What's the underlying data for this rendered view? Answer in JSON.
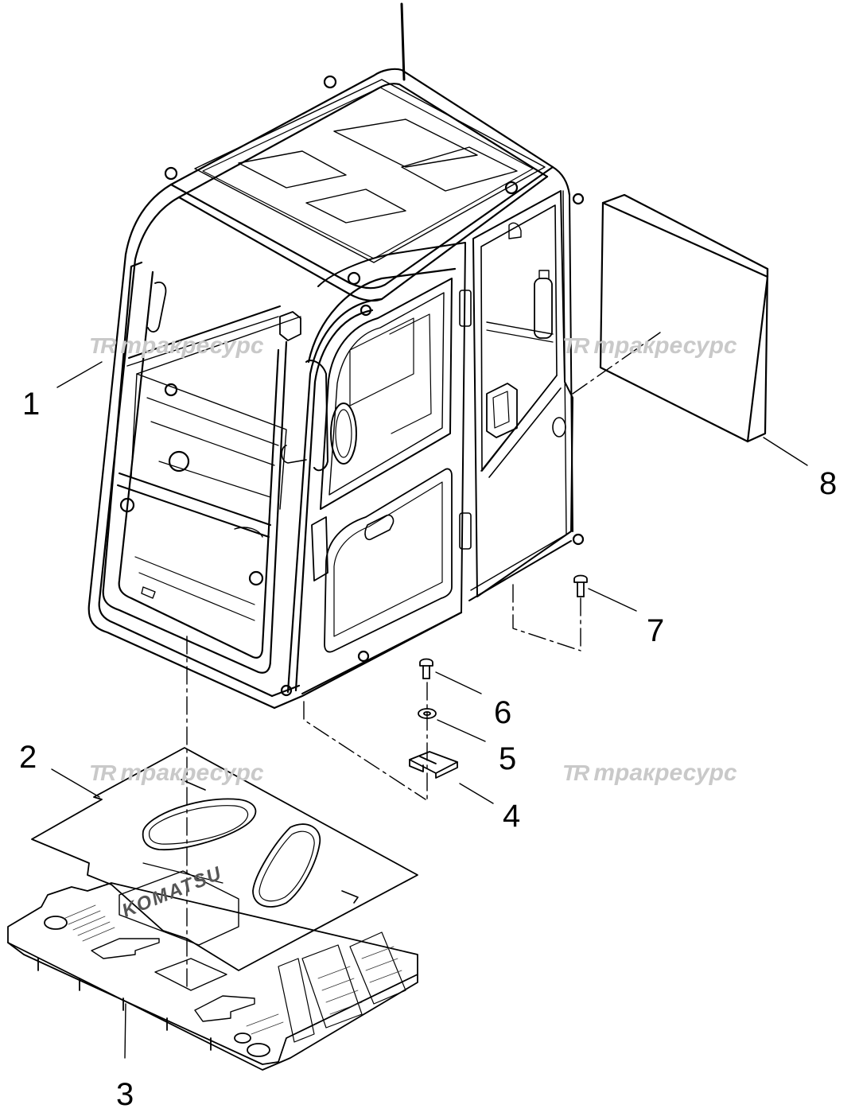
{
  "watermark": {
    "logo": "TR",
    "text": "тракресурс",
    "color": "#c9c9c9"
  },
  "mat_print": {
    "brand": "KOMATSU"
  },
  "callouts": [
    {
      "id": "1",
      "label": "1"
    },
    {
      "id": "2",
      "label": "2"
    },
    {
      "id": "3",
      "label": "3"
    },
    {
      "id": "4",
      "label": "4"
    },
    {
      "id": "5",
      "label": "5"
    },
    {
      "id": "6",
      "label": "6"
    },
    {
      "id": "7",
      "label": "7"
    },
    {
      "id": "8",
      "label": "8"
    }
  ],
  "colors": {
    "line": "#000000",
    "background": "#ffffff",
    "watermark": "#c9c9c9"
  }
}
